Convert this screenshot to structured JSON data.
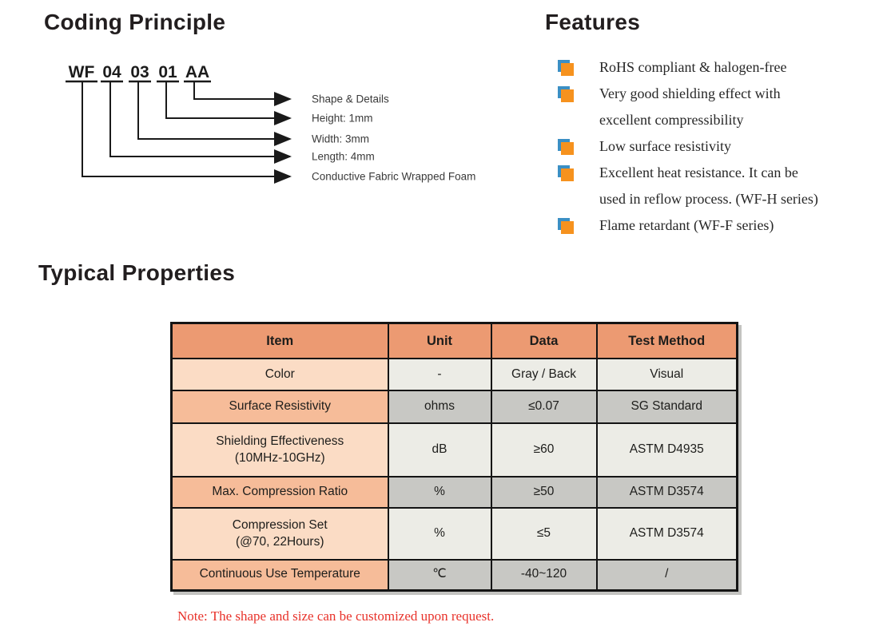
{
  "coding": {
    "title": "Coding Principle",
    "code_parts": [
      "WF",
      "04",
      "03",
      "01",
      "AA"
    ],
    "labels": [
      "Shape & Details",
      "Height: 1mm",
      "Width: 3mm",
      "Length: 4mm",
      "Conductive Fabric Wrapped Foam"
    ]
  },
  "features": {
    "title": "Features",
    "items": [
      {
        "line1": "RoHS compliant & halogen-free"
      },
      {
        "line1": "Very good shielding effect with",
        "line2": "excellent compressibility"
      },
      {
        "line1": "Low surface resistivity"
      },
      {
        "line1": "Excellent heat resistance. It can be",
        "line2": "used in reflow process. (WF-H series)"
      },
      {
        "line1": "Flame retardant (WF-F series)"
      }
    ]
  },
  "properties": {
    "title": "Typical Properties",
    "note": "Note: The shape and size can be customized upon request.",
    "table": {
      "headers": [
        "Item",
        "Unit",
        "Data",
        "Test Method"
      ],
      "rows": [
        {
          "item": "Color",
          "unit": "-",
          "data": "Gray / Back",
          "test": "Visual"
        },
        {
          "item": "Surface Resistivity",
          "unit": "ohms",
          "data": "≤0.07",
          "test": "SG Standard"
        },
        {
          "item": "Shielding Effectiveness",
          "item2": "(10MHz-10GHz)",
          "unit": "dB",
          "data": "≥60",
          "test": "ASTM D4935"
        },
        {
          "item": "Max. Compression Ratio",
          "unit": "%",
          "data": "≥50",
          "test": "ASTM D3574"
        },
        {
          "item": "Compression Set",
          "item2": "(@70, 22Hours)",
          "unit": "%",
          "data": "≤5",
          "test": "ASTM D3574"
        },
        {
          "item": "Continuous Use Temperature",
          "unit": "℃",
          "data": "-40~120",
          "test": "/"
        }
      ]
    }
  },
  "colors": {
    "header_bg": "#ec9a72",
    "item_light": "#fbdcc5",
    "item_medium": "#f6bc99",
    "cell_light": "#ecece6",
    "cell_medium": "#c8c8c4",
    "bullet_orange": "#f6921e",
    "bullet_blue": "#3b8fc4",
    "note_red": "#e8322a"
  }
}
